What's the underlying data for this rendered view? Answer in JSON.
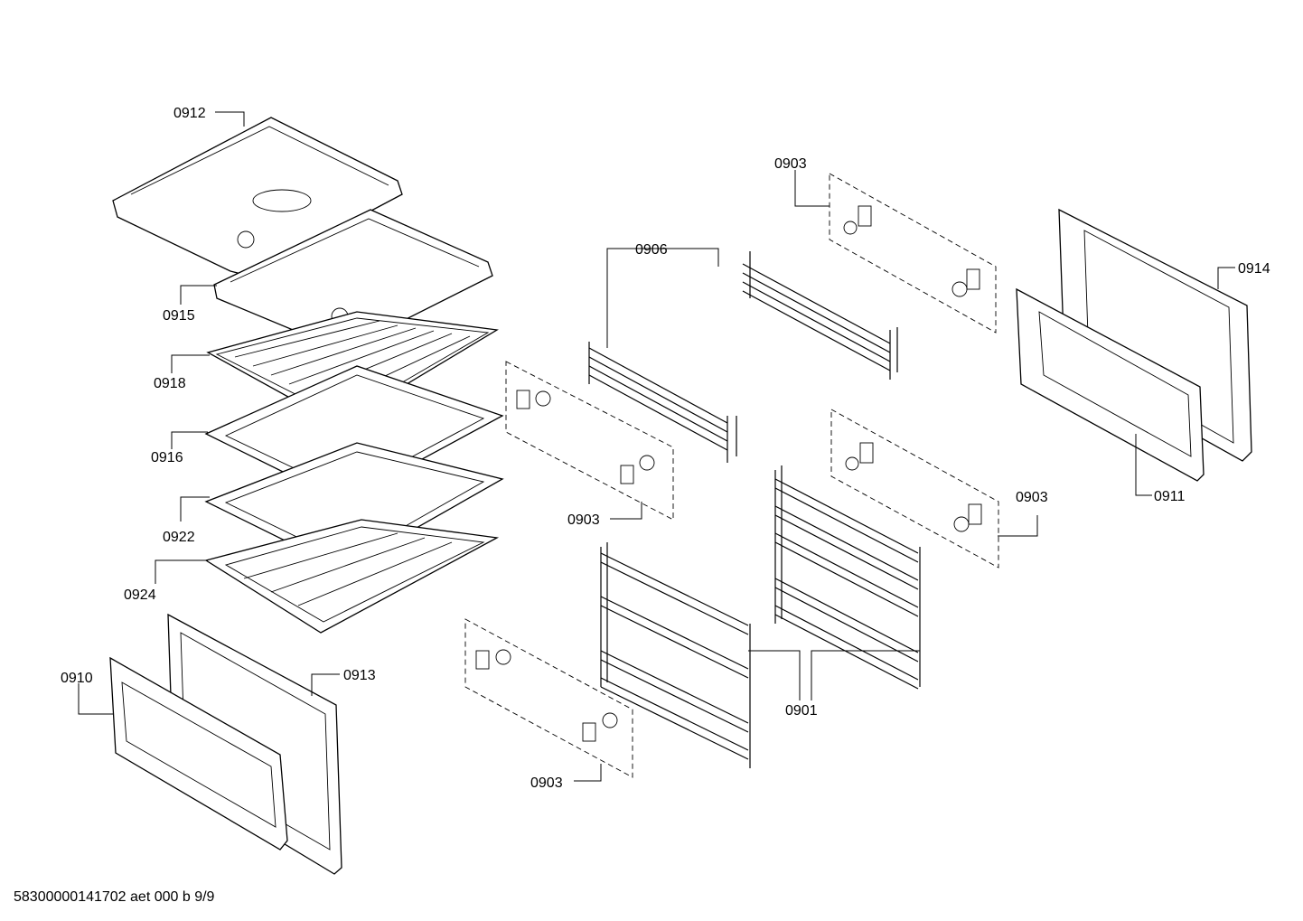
{
  "labels": {
    "l0912": "0912",
    "l0915": "0915",
    "l0918": "0918",
    "l0916": "0916",
    "l0922": "0922",
    "l0924": "0924",
    "l0910": "0910",
    "l0913": "0913",
    "l0906": "0906",
    "l0903_top": "0903",
    "l0903_mid_left": "0903",
    "l0903_mid_right": "0903",
    "l0903_bottom": "0903",
    "l0914": "0914",
    "l0911": "0911",
    "l0901": "0901"
  },
  "footer": {
    "document_code": "58300000141702 aet 000 b 9/9"
  }
}
